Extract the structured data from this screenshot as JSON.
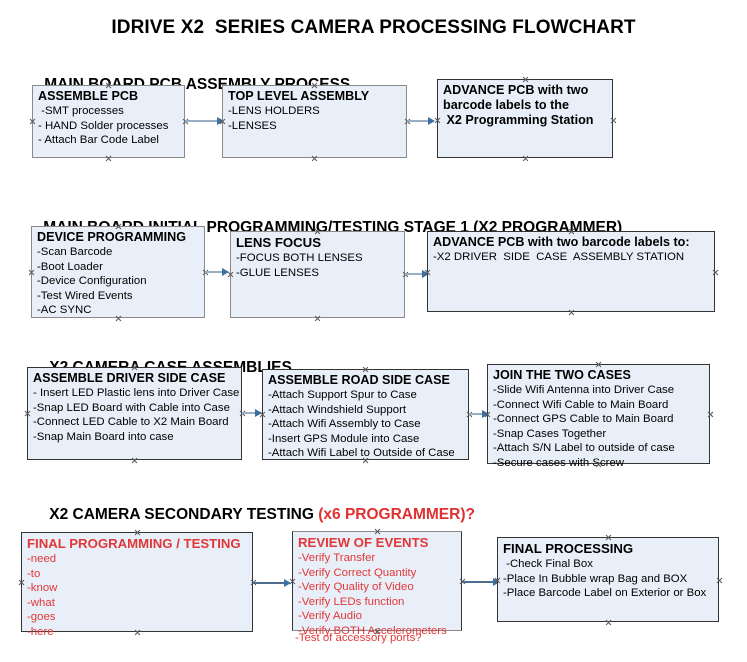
{
  "title": "IDRIVE X2  SERIES CAMERA PROCESSING FLOWCHART",
  "sections": [
    {
      "id": "sec1",
      "heading": "MAIN BOARD PCB ASSEMBLY PROCESS",
      "accent": ""
    },
    {
      "id": "sec2",
      "heading": "MAIN BOARD INITIAL PROGRAMMING/TESTING STAGE 1 (X2 PROGRAMMER)",
      "accent": ""
    },
    {
      "id": "sec3",
      "heading": "X2 CAMERA CASE ASSEMBLIES",
      "accent": ""
    },
    {
      "id": "sec4",
      "heading": "X2 CAMERA SECONDARY TESTING ",
      "accent": "(x6 PROGRAMMER)?"
    }
  ],
  "boxes": {
    "assemble_pcb": {
      "title": "ASSEMBLE PCB",
      "lines": [
        " -SMT processes",
        "- HAND Solder processes",
        "- Attach Bar Code Label"
      ]
    },
    "top_level_assembly": {
      "title": "TOP LEVEL ASSEMBLY",
      "lines": [
        "-LENS HOLDERS",
        "-LENSES"
      ]
    },
    "advance_pcb_1": {
      "title": "ADVANCE PCB with two",
      "lines": [
        "barcode labels to the",
        " X2 Programming Station"
      ]
    },
    "device_programming": {
      "title": "DEVICE PROGRAMMING",
      "lines": [
        "-Scan Barcode",
        "-Boot Loader",
        "-Device Configuration",
        "-Test Wired Events",
        "-AC SYNC"
      ]
    },
    "lens_focus": {
      "title": "LENS FOCUS",
      "lines": [
        "-FOCUS BOTH LENSES",
        "-GLUE LENSES"
      ]
    },
    "advance_pcb_2": {
      "title": "ADVANCE PCB with two barcode labels to:",
      "lines": [
        "-X2 DRIVER  SIDE  CASE  ASSEMBLY STATION"
      ]
    },
    "assemble_driver_side_case": {
      "title": "ASSEMBLE DRIVER SIDE CASE",
      "lines": [
        "- Insert LED Plastic lens into Driver Case",
        "-Snap LED Board with Cable into Case",
        "-Connect LED Cable to X2 Main Board",
        "-Snap Main Board into case"
      ]
    },
    "assemble_road_side_case": {
      "title": "ASSEMBLE ROAD SIDE CASE",
      "lines": [
        "-Attach Support Spur to Case",
        "-Attach Windshield Support",
        "-Attach Wifi Assembly to Case",
        "-Insert GPS Module into Case",
        "-Attach Wifi Label to Outside of Case"
      ]
    },
    "join_the_two_cases": {
      "title": "JOIN THE TWO CASES",
      "lines": [
        "-Slide Wifi Antenna into Driver Case",
        "-Connect Wifi Cable to Main Board",
        "-Connect GPS Cable to Main Board",
        "-Snap Cases Together",
        "-Attach S/N Label to outside of case",
        "-Secure cases with Screw"
      ]
    },
    "final_programming_testing": {
      "title": "FINAL PROGRAMMING / TESTING",
      "lines": [
        "-need",
        "-to",
        "-know",
        "-what",
        "-goes",
        "-here"
      ]
    },
    "review_of_events": {
      "title": "REVIEW OF EVENTS",
      "lines": [
        "-Verify Transfer",
        "-Verify Correct Quantity",
        "-Verify Quality of Video",
        "-Verify LEDs function",
        "-Verify Audio",
        "-Verify BOTH Accelerometers"
      ],
      "overflow_line": "-Test of accessory ports?"
    },
    "final_processing": {
      "title": "FINAL PROCESSING",
      "lines": [
        " -Check Final Box",
        "-Place In Bubble wrap Bag and BOX",
        "-Place Barcode Label on Exterior or Box"
      ]
    }
  },
  "colors": {
    "box_fill": "#e9eff8",
    "border_gray": "#8a8a8a",
    "border_dark": "#333333",
    "connector": "#98aec4",
    "arrowhead": "#3b6ea5",
    "accent_red": "#e03838"
  }
}
